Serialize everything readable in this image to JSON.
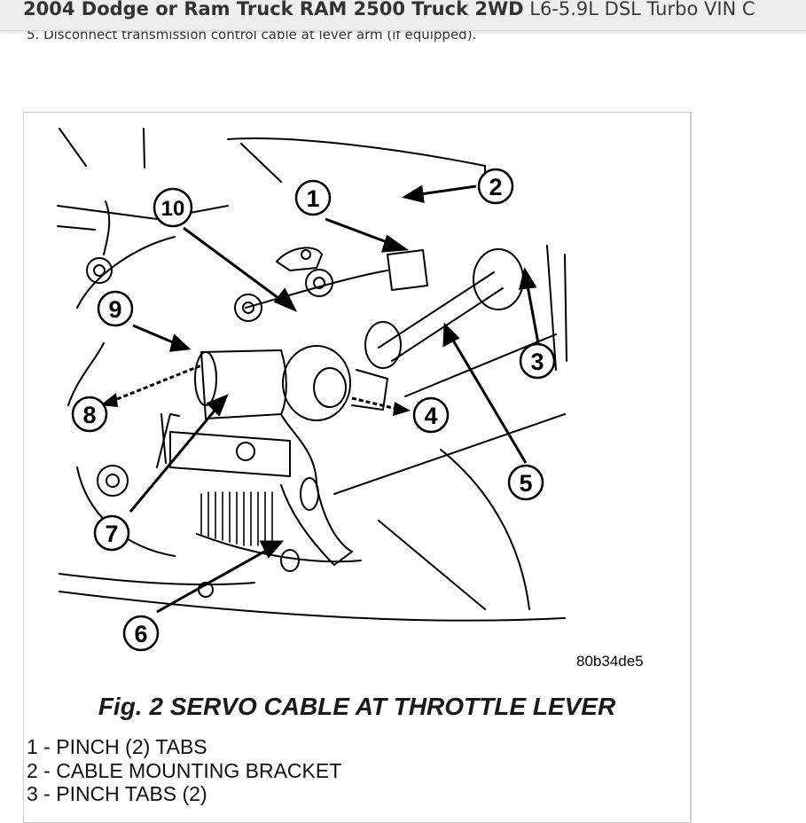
{
  "header": {
    "vehicle": "2004 Dodge or Ram Truck RAM 2500 Truck 2WD",
    "engine": "L6-5.9L DSL Turbo VIN C"
  },
  "content": {
    "step_text": "5. Disconnect transmission control cable at lever arm (if equipped).",
    "figure": {
      "image_code": "80b34de5",
      "caption": "Fig. 2 SERVO CABLE AT THROTTLE LEVER",
      "callouts": [
        "1",
        "2",
        "3",
        "4",
        "5",
        "6",
        "7",
        "8",
        "9",
        "10"
      ],
      "legend": [
        "1 - PINCH (2) TABS",
        "2 - CABLE MOUNTING BRACKET",
        "3 - PINCH TABS (2)"
      ]
    }
  },
  "colors": {
    "header_bg": "#eeeeee",
    "text": "#333333",
    "line_art": "#000000"
  }
}
